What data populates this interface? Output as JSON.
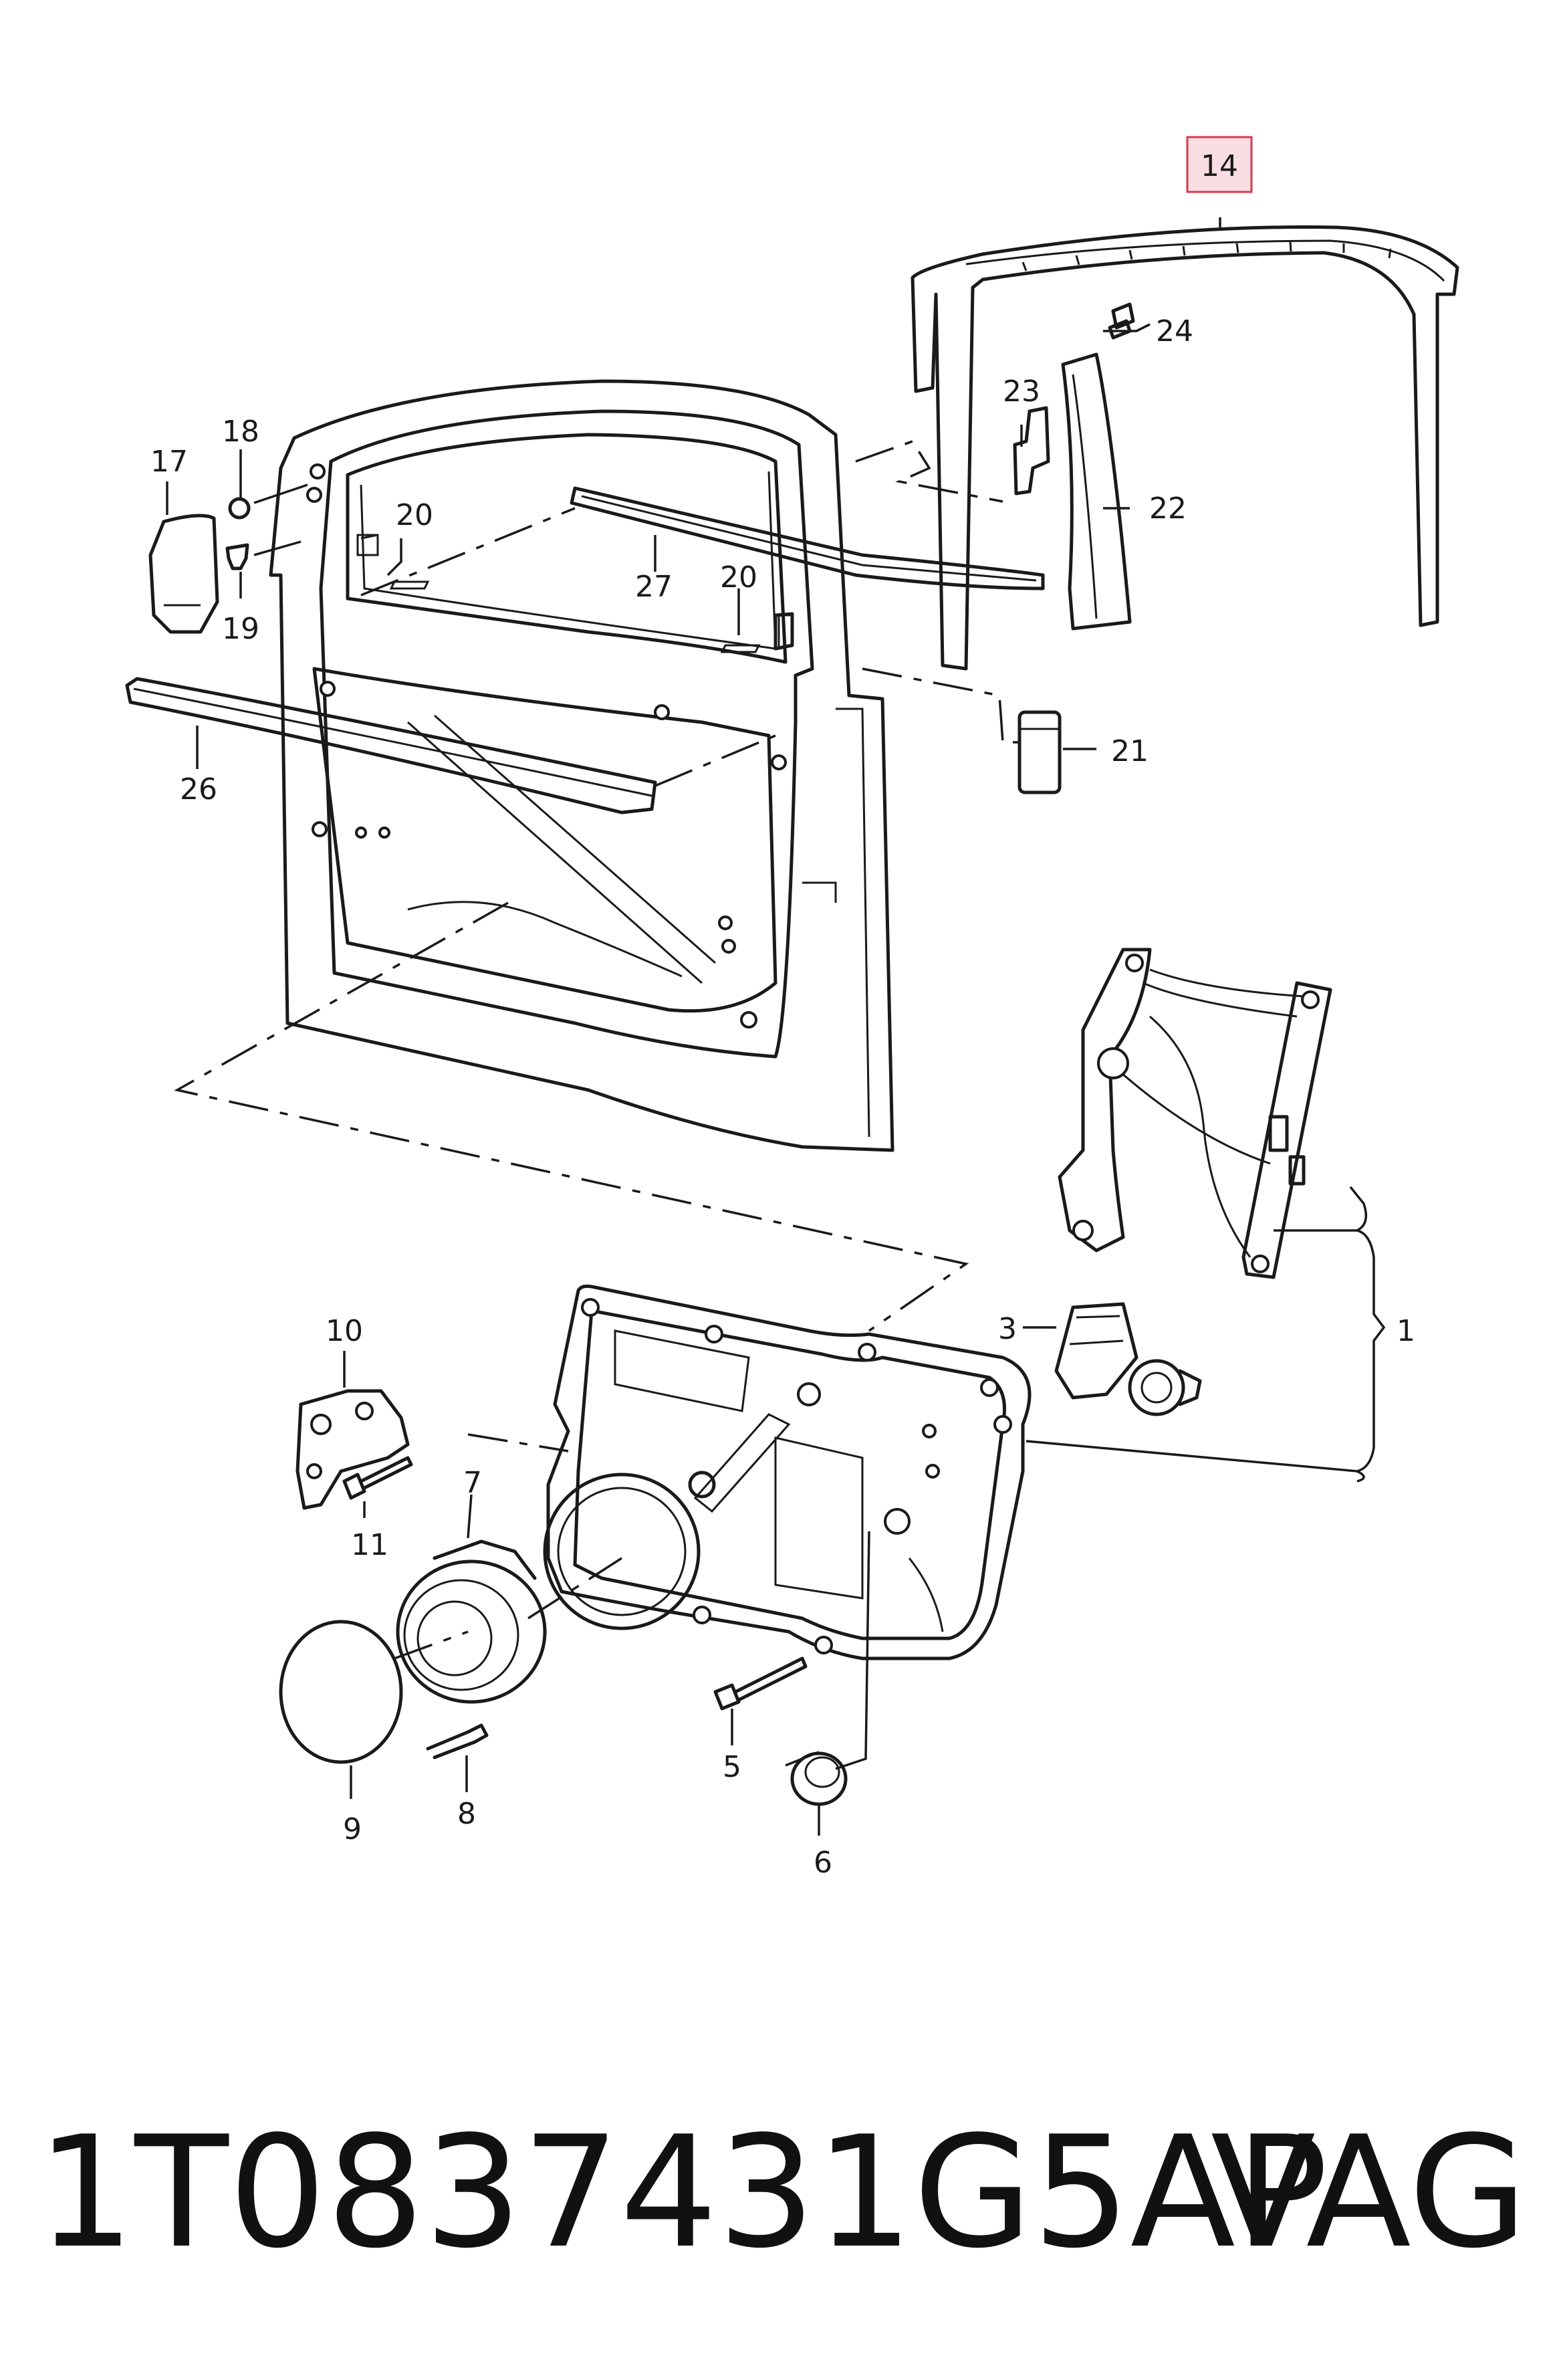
{
  "diagram": {
    "callouts": {
      "c1": "1",
      "c3": "3",
      "c5": "5",
      "c6": "6",
      "c7": "7",
      "c8": "8",
      "c9": "9",
      "c10": "10",
      "c11": "11",
      "c14": "14",
      "c17": "17",
      "c18": "18",
      "c19": "19",
      "c20a": "20",
      "c20b": "20",
      "c21": "21",
      "c22": "22",
      "c23": "23",
      "c24": "24",
      "c26": "26",
      "c27": "27"
    },
    "highlighted_callout": "14",
    "colors": {
      "line": "#1a1a1a",
      "highlight_fill": "#f8dde2",
      "highlight_border": "#d9394e"
    }
  },
  "footer": {
    "part_number": "1T0837431G5AP",
    "brand": "VAG"
  }
}
